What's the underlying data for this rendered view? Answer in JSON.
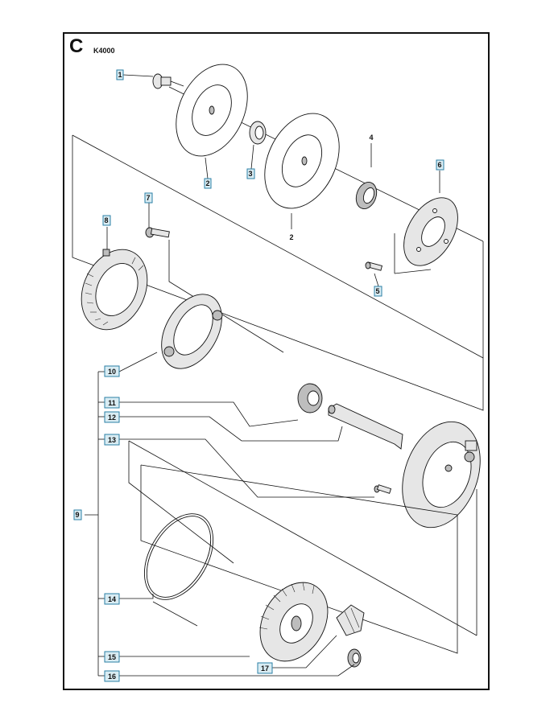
{
  "header": {
    "section_letter": "C",
    "model": "K4000"
  },
  "callouts": [
    {
      "label": "1",
      "boxed": true
    },
    {
      "label": "2",
      "boxed": true
    },
    {
      "label": "2",
      "boxed": false
    },
    {
      "label": "3",
      "boxed": true
    },
    {
      "label": "4",
      "boxed": true
    },
    {
      "label": "5",
      "boxed": true
    },
    {
      "label": "6",
      "boxed": true
    },
    {
      "label": "7",
      "boxed": true
    },
    {
      "label": "8",
      "boxed": true
    },
    {
      "label": "9",
      "boxed": true
    },
    {
      "label": "10",
      "boxed": true
    },
    {
      "label": "11",
      "boxed": true
    },
    {
      "label": "12",
      "boxed": true
    },
    {
      "label": "13",
      "boxed": true
    },
    {
      "label": "14",
      "boxed": true
    },
    {
      "label": "15",
      "boxed": true
    },
    {
      "label": "16",
      "boxed": true
    },
    {
      "label": "17",
      "boxed": true
    }
  ],
  "colors": {
    "callout_fill": "#d9ecf3",
    "callout_border": "#2a7fa6",
    "line": "#111111"
  }
}
